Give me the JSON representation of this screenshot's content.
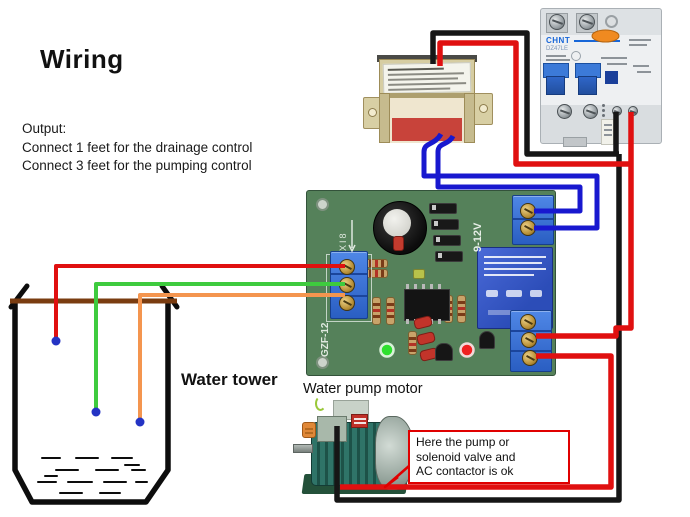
{
  "title": "Wiring",
  "output_note": {
    "heading": "Output:",
    "lines": [
      "Connect 1 feet for the drainage control",
      "Connect 3 feet for the pumping control"
    ]
  },
  "labels": {
    "water_tower": "Water tower",
    "water_pump_motor": "Water pump motor"
  },
  "callout": {
    "lines": [
      "Here the pump or",
      "solenoid valve and",
      "AC contactor is ok"
    ]
  },
  "breaker": {
    "brand": "CHNT",
    "model": "DZ47LE"
  },
  "pcb": {
    "silkscreen_supply": "9-12V",
    "silkscreen_board_id": "GZF-12",
    "silkscreen_probe_marks": "XI8"
  },
  "colors": {
    "wire_red": "#e01010",
    "wire_black": "#161616",
    "wire_blue": "#1818cf",
    "wire_green": "#3ecb3e",
    "wire_orange": "#f4954f",
    "wire_brown": "#7a3c10",
    "probe_dot": "#2433c4",
    "callout_border": "#e00000",
    "tank_outline": "#0d0d0d",
    "pcb_green": "#55815a",
    "terminal_blue": "#2e6fd6",
    "relay_blue": "#3a5fd0",
    "toggle_blue": "#2a6fd0",
    "brand_blue": "#1766d8",
    "indicator_orange": "#f08a20",
    "led_green": "#2ee02e",
    "led_red": "#f02020"
  }
}
